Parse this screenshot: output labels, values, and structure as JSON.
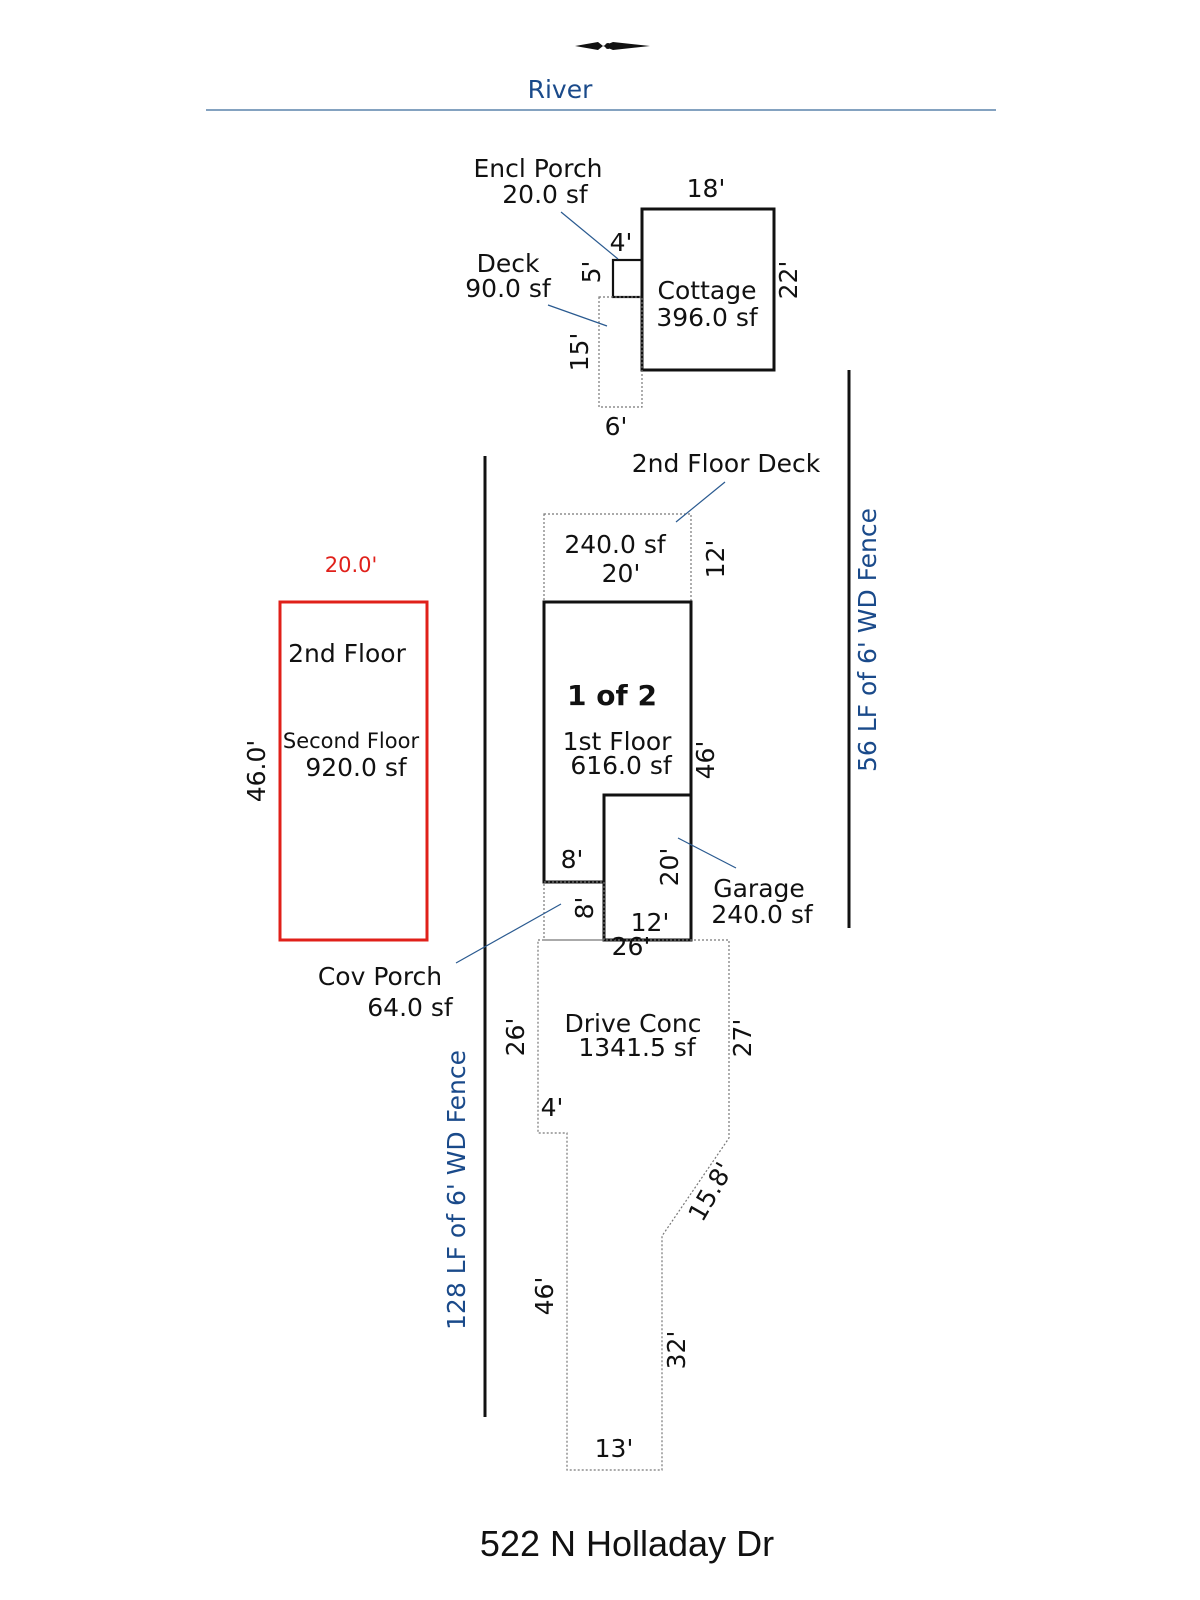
{
  "river": {
    "label": "River"
  },
  "cottage": {
    "name": "Cottage",
    "area": "396.0 sf",
    "width": "18'",
    "depth": "22'"
  },
  "encl_porch": {
    "name": "Encl Porch",
    "area": "20.0 sf",
    "width": "4'",
    "depth": "5'"
  },
  "deck": {
    "name": "Deck",
    "area": "90.0 sf",
    "depth": "15'",
    "width": "6'"
  },
  "second_floor_deck": {
    "name": "2nd Floor Deck",
    "area": "240.0 sf",
    "width": "20'",
    "depth": "12'"
  },
  "second_floor": {
    "title": "2nd Floor",
    "name": "Second Floor",
    "area": "920.0 sf",
    "width": "20.0'",
    "depth": "46.0'"
  },
  "first_floor": {
    "page": "1 of 2",
    "name": "1st Floor",
    "area": "616.0 sf",
    "depth": "46'",
    "notch": "8'"
  },
  "garage": {
    "name": "Garage",
    "area": "240.0 sf",
    "depth": "20'",
    "width": "12'"
  },
  "cov_porch": {
    "name": "Cov Porch",
    "area": "64.0 sf",
    "depth": "8'"
  },
  "drive": {
    "name": "Drive Conc",
    "area": "1341.5 sf",
    "top": "26'",
    "left_top": "26'",
    "right_top": "27'",
    "jog": "4'",
    "diagonal": "15.8'",
    "left_bottom": "46'",
    "right_bottom": "32'",
    "bottom": "13'"
  },
  "fence_left": {
    "label": "128 LF of 6' WD Fence"
  },
  "fence_right": {
    "label": "56 LF of 6' WD Fence"
  },
  "address": "522 N Holladay Dr",
  "colors": {
    "label_blue": "#1a4a8a",
    "highlight_red": "#e0201a"
  }
}
